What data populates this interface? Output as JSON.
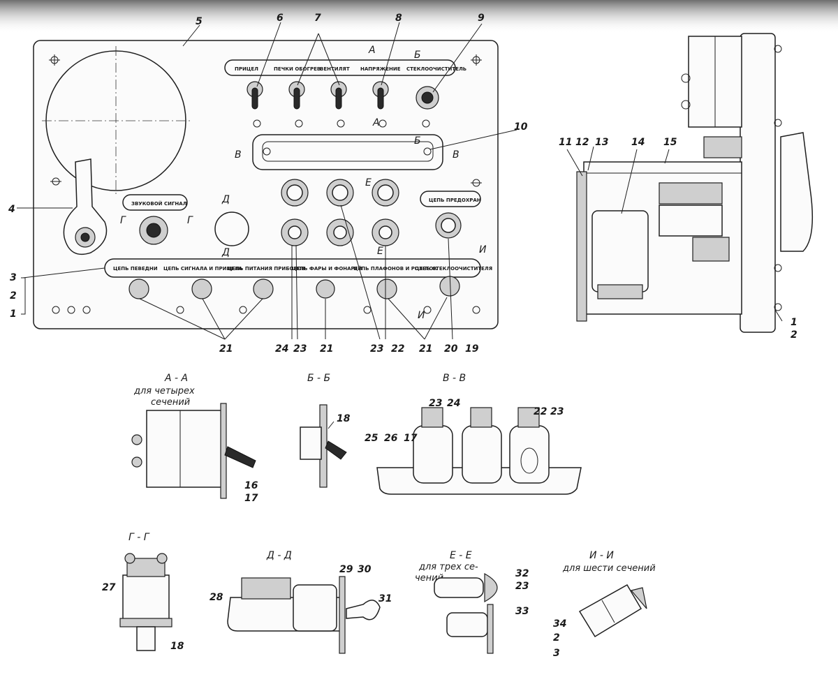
{
  "callouts": {
    "n1": "1",
    "n2": "2",
    "n3": "3",
    "n4": "4",
    "n5": "5",
    "n6": "6",
    "n7": "7",
    "n8": "8",
    "n9": "9",
    "n10": "10",
    "n11": "11",
    "n12": "12",
    "n13": "13",
    "n14": "14",
    "n15": "15",
    "n16": "16",
    "n17": "17",
    "n18": "18",
    "n19": "19",
    "n20": "20",
    "n21": "21",
    "n22": "22",
    "n23": "23",
    "n24": "24",
    "n25": "25",
    "n26": "26",
    "n27": "27",
    "n28": "28",
    "n29": "29",
    "n30": "30",
    "n31": "31",
    "n32": "32",
    "n33": "33",
    "n34": "34"
  },
  "section_marks": {
    "a": "А",
    "b": "Б",
    "v": "В",
    "g": "Г",
    "d": "Д",
    "e": "Е",
    "i": "И"
  },
  "panel": {
    "top_plates": [
      "ПРИЦЕЛ",
      "ПЕЧКИ ОБОГРЕВ",
      "ВЕНТИЛЯТ",
      "НАПРЯЖЕНИЕ",
      "СТЕКЛООЧИСТИТЕЛЬ"
    ],
    "sound_plate": "ЗВУКОВОЙ СИГНАЛ",
    "breaker_plate": "ЦЕПЬ ПРЕДОХРАН",
    "bottom_plates": [
      "ЦЕПЬ ПЕВЕДНИ",
      "ЦЕПЬ СИГНАЛА И ПРИЦЕЛА",
      "ЦЕПЬ ПИТАНИЯ ПРИБОРОВ",
      "ЦЕПЬ ФАРЫ И ФОНАРЕЙ",
      "ЦЕПЬ ПЛАФОНОВ И РОЗЕТОК",
      "ЦЕПЬ СТЕКЛООЧИСТИТЕЛЯ"
    ]
  },
  "sections": {
    "aa_title": "А - А",
    "aa_caption_1": "для четырех",
    "aa_caption_2": "сечений",
    "bb_title": "Б - Б",
    "vv_title": "В - В",
    "gg_title": "Г - Г",
    "dd_title": "Д - Д",
    "ee_title": "Е - Е",
    "ee_caption_1": "для трех се-",
    "ee_caption_2": "чений",
    "ii_title": "И - И",
    "ii_caption": "для шести сечений"
  }
}
